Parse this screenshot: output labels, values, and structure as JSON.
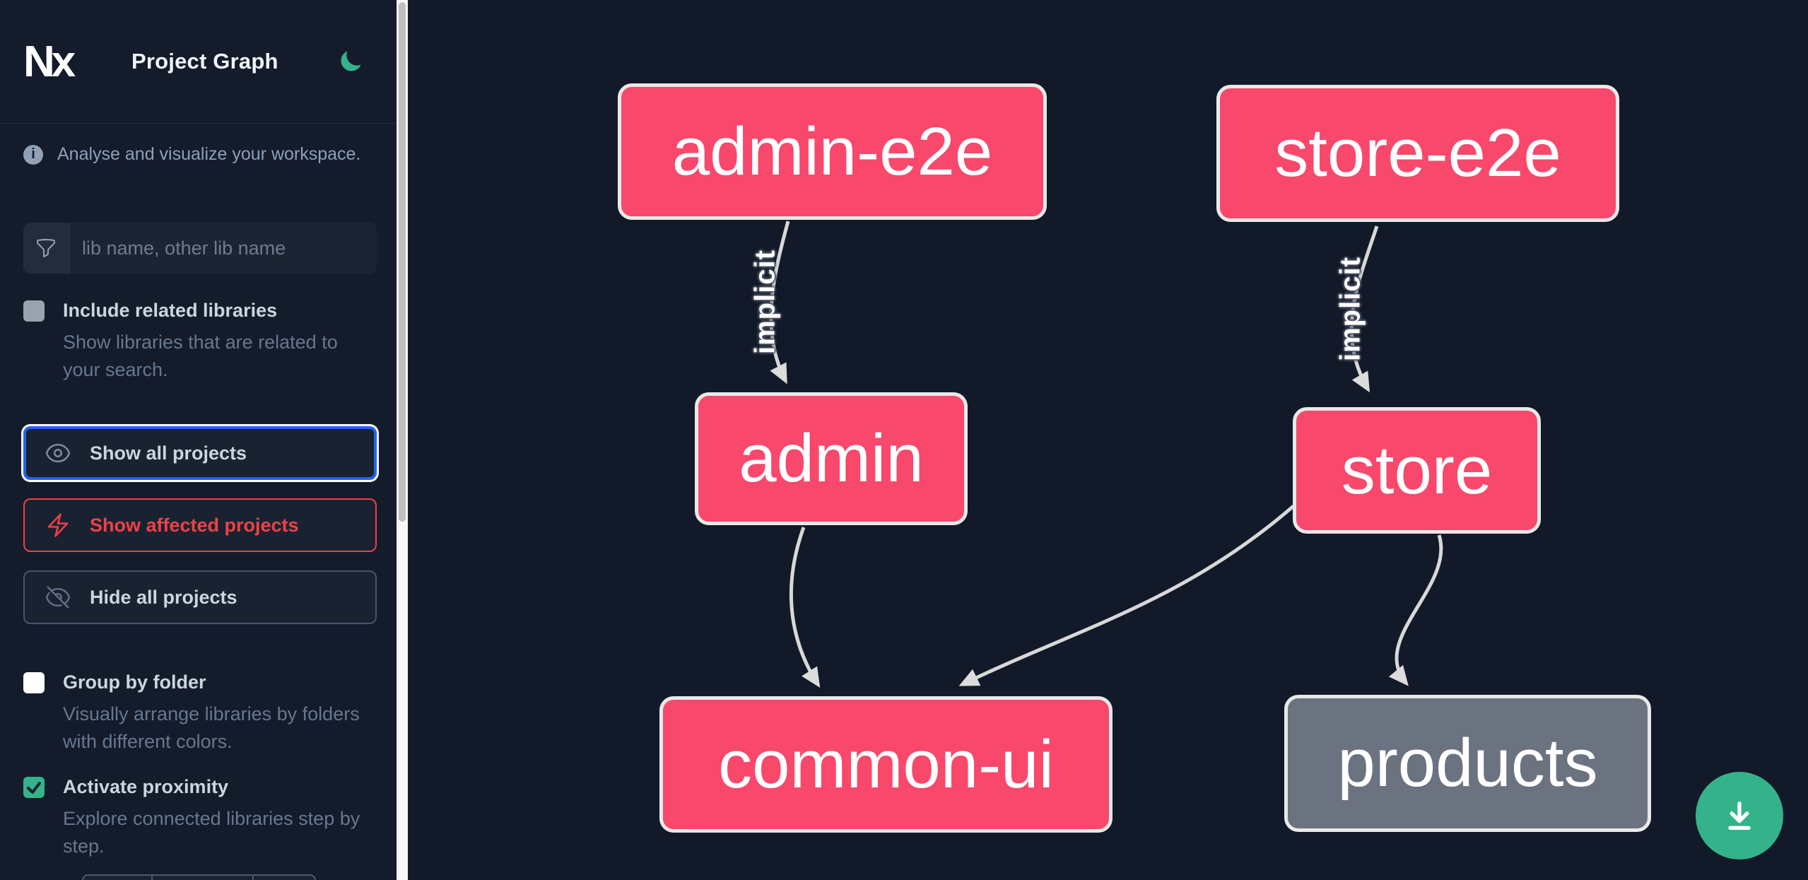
{
  "header": {
    "logo_text": "Nx",
    "title": "Project Graph"
  },
  "sidebar": {
    "info_text": "Analyse and visualize your workspace.",
    "search": {
      "placeholder": "lib name, other lib name"
    },
    "checkboxes": [
      {
        "label": "Include related libraries",
        "description": "Show libraries that are related to your search.",
        "checked": false
      },
      {
        "label": "Group by folder",
        "description": "Visually arrange libraries by folders with different colors.",
        "checked": false
      },
      {
        "label": "Activate proximity",
        "description": "Explore connected libraries step by step.",
        "checked": true
      }
    ],
    "buttons": [
      {
        "label": "Show all projects",
        "icon": "eye-icon",
        "selected": true
      },
      {
        "label": "Show affected projects",
        "icon": "bolt-icon",
        "selected": false
      },
      {
        "label": "Hide all projects",
        "icon": "eye-off-icon",
        "selected": false
      }
    ]
  },
  "graph": {
    "nodes": [
      {
        "id": "admin-e2e",
        "label": "admin-e2e",
        "color": "pink"
      },
      {
        "id": "store-e2e",
        "label": "store-e2e",
        "color": "pink"
      },
      {
        "id": "admin",
        "label": "admin",
        "color": "pink"
      },
      {
        "id": "store",
        "label": "store",
        "color": "pink"
      },
      {
        "id": "common-ui",
        "label": "common-ui",
        "color": "pink"
      },
      {
        "id": "products",
        "label": "products",
        "color": "gray"
      }
    ],
    "edges": [
      {
        "from": "admin-e2e",
        "to": "admin",
        "label": "implicit"
      },
      {
        "from": "store-e2e",
        "to": "store",
        "label": "implicit"
      },
      {
        "from": "admin",
        "to": "common-ui",
        "label": ""
      },
      {
        "from": "store",
        "to": "common-ui",
        "label": ""
      },
      {
        "from": "store",
        "to": "products",
        "label": ""
      }
    ]
  },
  "colors": {
    "node_pink": "#f8486c",
    "node_gray": "#6b7280",
    "accent_green": "#34b38a",
    "focus_blue": "#2563eb",
    "danger_red": "#ef4146",
    "edge": "#d8d8d8"
  }
}
